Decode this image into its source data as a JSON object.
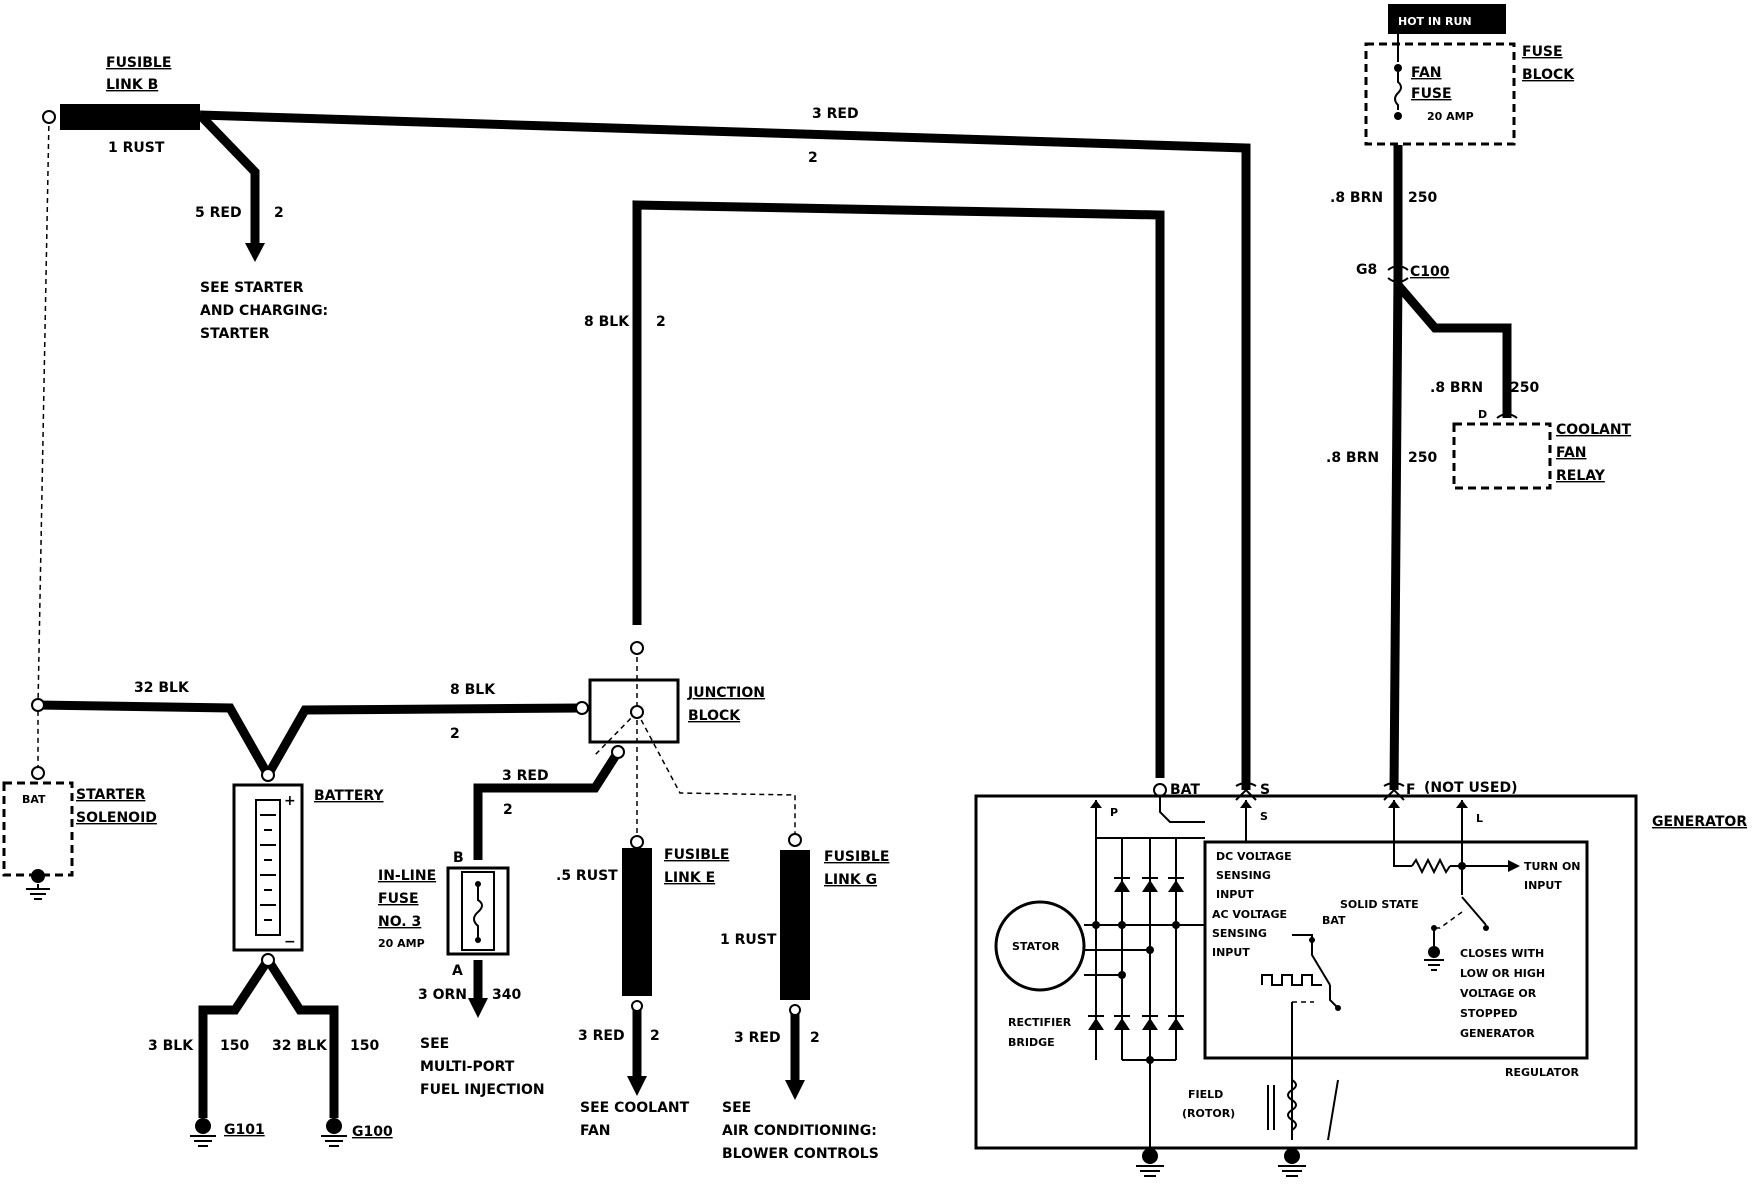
{
  "labels": {
    "fusible_link_b": [
      "FUSIBLE",
      "LINK B"
    ],
    "rust_1": "1 RUST",
    "red_3_top": "3 RED",
    "num_2_top": "2",
    "red_5": "5 RED",
    "num_2_starter": "2",
    "see_starter": [
      "SEE STARTER",
      "AND CHARGING:",
      "STARTER"
    ],
    "blk_8_vert": "8 BLK",
    "num_2_vert": "2",
    "hot_in_run": "HOT IN RUN",
    "fan_fuse": [
      "FAN",
      "FUSE"
    ],
    "fan_fuse_amp": "20 AMP",
    "fuse_block": [
      "FUSE",
      "BLOCK"
    ],
    "brn_top": ".8 BRN",
    "num_250_top": "250",
    "g8": "G8",
    "c100": "C100",
    "brn_relay": ".8 BRN",
    "num_250_relay": "250",
    "relay_pin_d": "D",
    "coolant_fan_relay": [
      "COOLANT",
      "FAN",
      "RELAY"
    ],
    "brn_bottom": ".8 BRN",
    "num_250_bottom": "250",
    "blk_32": "32 BLK",
    "blk_8_horiz": "8 BLK",
    "num_2_horiz": "2",
    "junction_block": [
      "JUNCTION",
      "BLOCK"
    ],
    "red_3_fuse": "3 RED",
    "num_2_fuse": "2",
    "starter_bat": "BAT",
    "starter_solenoid": [
      "STARTER",
      "SOLENOID"
    ],
    "battery": "BATTERY",
    "battery_plus": "+",
    "battery_minus": "−",
    "fuse_pin_b": "B",
    "inline_fuse": [
      "IN-LINE",
      "FUSE",
      "NO. 3"
    ],
    "inline_fuse_amp": "20 AMP",
    "fuse_pin_a": "A",
    "orn_3": "3 ORN",
    "num_340": "340",
    "see_mpfi": [
      "SEE",
      "MULTI-PORT",
      "FUEL INJECTION"
    ],
    "rust_05": ".5 RUST",
    "fusible_link_e": [
      "FUSIBLE",
      "LINK E"
    ],
    "red_3_e": "3 RED",
    "num_2_e": "2",
    "see_coolant": [
      "SEE COOLANT",
      "FAN"
    ],
    "rust_1_g": "1 RUST",
    "fusible_link_g": [
      "FUSIBLE",
      "LINK G"
    ],
    "red_3_g": "3 RED",
    "num_2_g": "2",
    "see_ac": [
      "SEE",
      "AIR CONDITIONING:",
      "BLOWER CONTROLS"
    ],
    "blk_3_g101": "3 BLK",
    "num_150_a": "150",
    "blk_32_g100": "32 BLK",
    "num_150_b": "150",
    "g101": "G101",
    "g100": "G100",
    "gen_bat": "BAT",
    "gen_s": "S",
    "gen_f": "F",
    "not_used": "(NOT USED)",
    "generator": "GENERATOR",
    "pin_p": "P",
    "pin_s_inner": "S",
    "pin_l": "L",
    "dc_voltage": [
      "DC VOLTAGE",
      "SENSING",
      "INPUT"
    ],
    "turn_on_input": [
      "TURN ON",
      "INPUT"
    ],
    "solid_state": "SOLID STATE",
    "ac_voltage": [
      "AC VOLTAGE",
      "SENSING",
      "INPUT"
    ],
    "inner_bat": "BAT",
    "stator": "STATOR",
    "closes_with": [
      "CLOSES WITH",
      "LOW OR HIGH",
      "VOLTAGE OR",
      "STOPPED",
      "GENERATOR"
    ],
    "rectifier_bridge": [
      "RECTIFIER",
      "BRIDGE"
    ],
    "regulator": "REGULATOR",
    "field_rotor": [
      "FIELD",
      "(ROTOR)"
    ]
  }
}
